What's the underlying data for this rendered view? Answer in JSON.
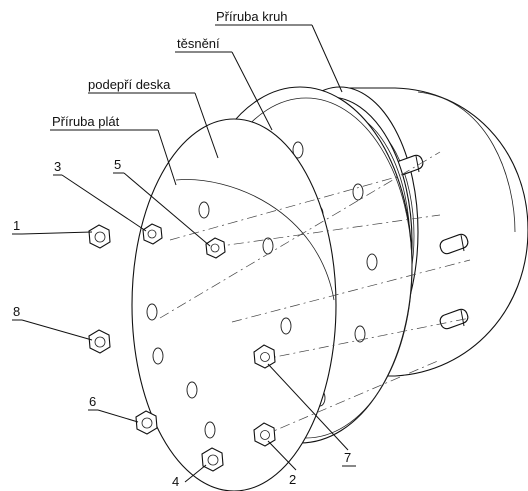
{
  "labels": {
    "flange_ring": "Příruba kruh",
    "gasket": "těsnění",
    "support_plate": "podepří deska",
    "flange_plate": "Příruba plát"
  },
  "callouts": [
    "1",
    "2",
    "3",
    "4",
    "5",
    "6",
    "7",
    "8"
  ]
}
